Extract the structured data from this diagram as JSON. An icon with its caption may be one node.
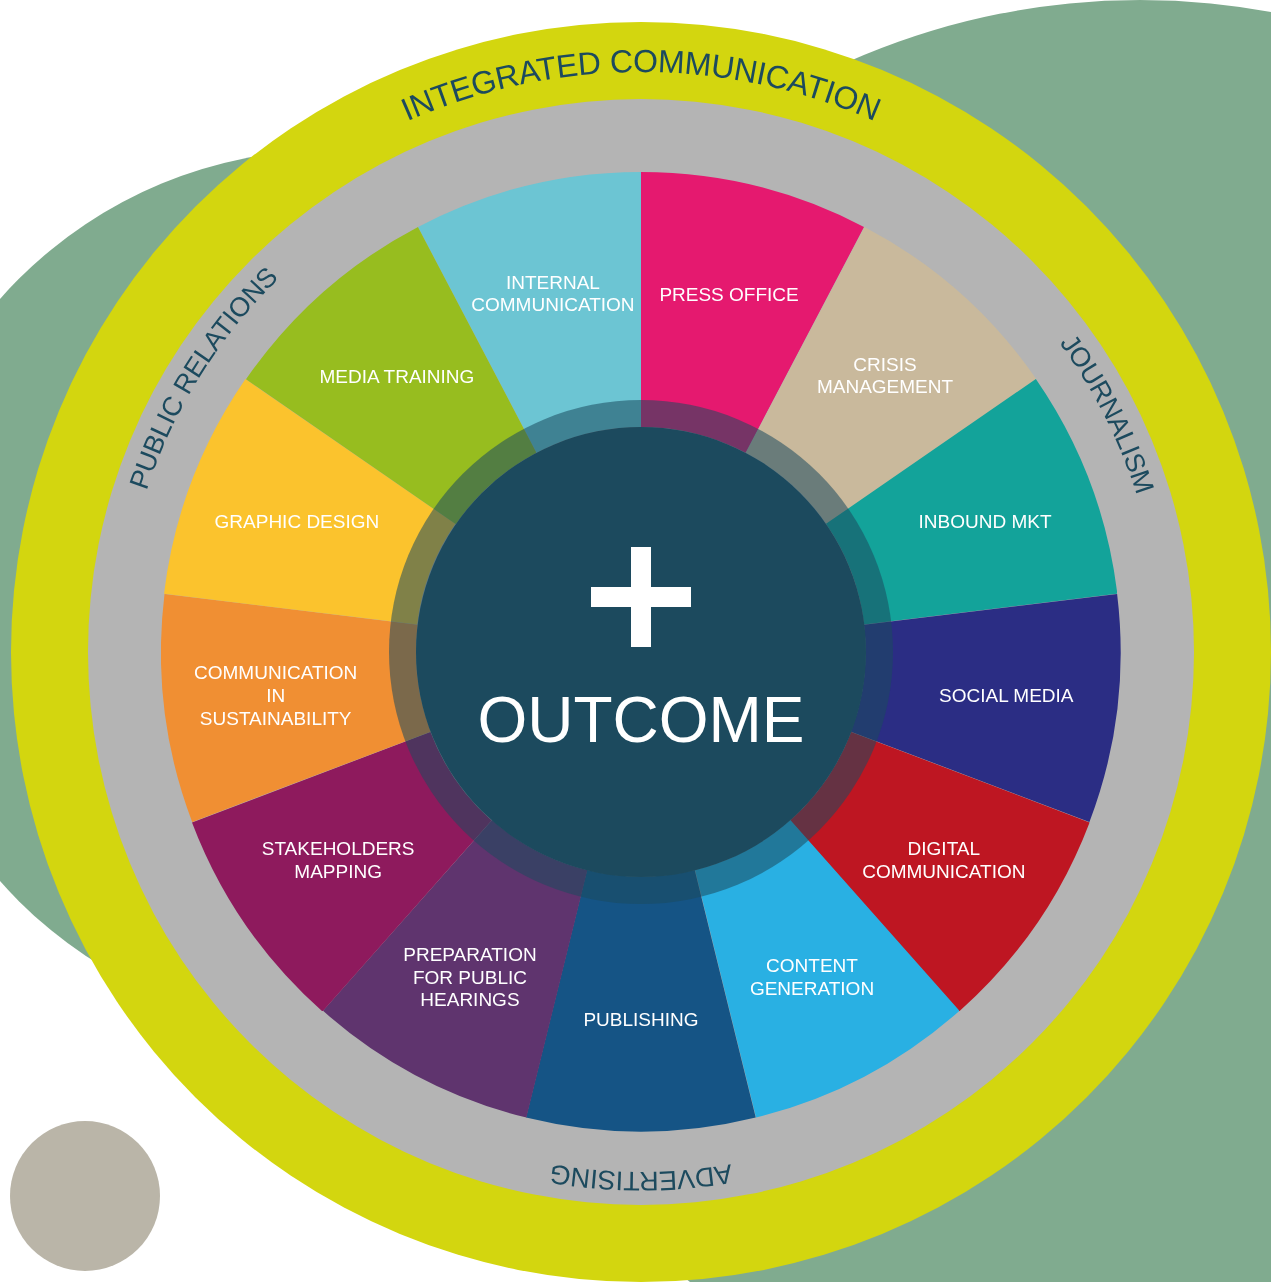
{
  "diagram": {
    "nodes": [
      {
        "text": [
          "INTEGRATED COMMUNICATION"
        ]
      },
      {
        "text": [
          "PUBLIC RELATIONS",
          "JOURNALISM",
          "ADVERTISING"
        ],
        "in": 0
      },
      {
        "text": [
          "INTERNAL COMMUNICATION"
        ],
        "in": 1
      },
      {
        "text": [
          "PRESS OFFICE"
        ],
        "in": 1
      },
      {
        "text": [
          "CRISIS MANAGEMENT"
        ],
        "in": 1
      },
      {
        "text": [
          "INBOUND MKT"
        ],
        "in": 1
      },
      {
        "text": [
          "SOCIAL MEDIA"
        ],
        "in": 1
      },
      {
        "text": [
          "DIGITAL COMMUNICATION"
        ],
        "in": 1
      },
      {
        "text": [
          "CONTENT GENERATION"
        ],
        "in": 1
      },
      {
        "text": [
          "PUBLISHING"
        ],
        "in": 1
      },
      {
        "text": [
          "PREPARATION FOR PUBLIC HEARINGS"
        ],
        "in": 1
      },
      {
        "text": [
          "STAKEHOLDERS MAPPING"
        ],
        "in": 1
      },
      {
        "text": [
          "COMMUNICATION IN SUSTAINABILITY"
        ],
        "in": 1
      },
      {
        "text": [
          "GRAPHIC DESIGN"
        ],
        "in": 1
      },
      {
        "text": [
          "MEDIA TRAINING"
        ],
        "in": 1
      },
      {
        "text": [
          "OUTCOME"
        ],
        "in": 1
      }
    ]
  }
}
